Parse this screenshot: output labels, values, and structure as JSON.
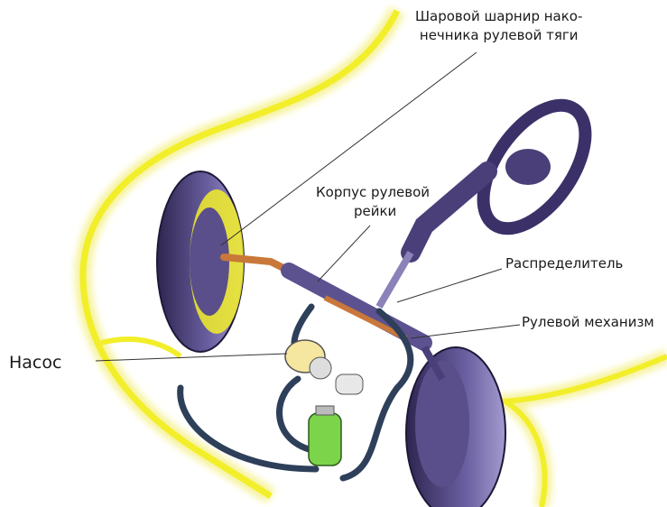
{
  "labels": {
    "ball_joint_line1": "Шаровой шарнир нако-",
    "ball_joint_line2": "нечника рулевой тяги",
    "rack_housing_line1": "Корпус рулевой",
    "rack_housing_line2": "рейки",
    "valve": "Распределитель",
    "steering_gear": "Рулевой механизм",
    "pump": "Насос"
  },
  "colors": {
    "body_outline": "#f2ee2a",
    "wheel": "#4a3f78",
    "reservoir": "#7bd44a",
    "hose": "#2e3f5a"
  }
}
